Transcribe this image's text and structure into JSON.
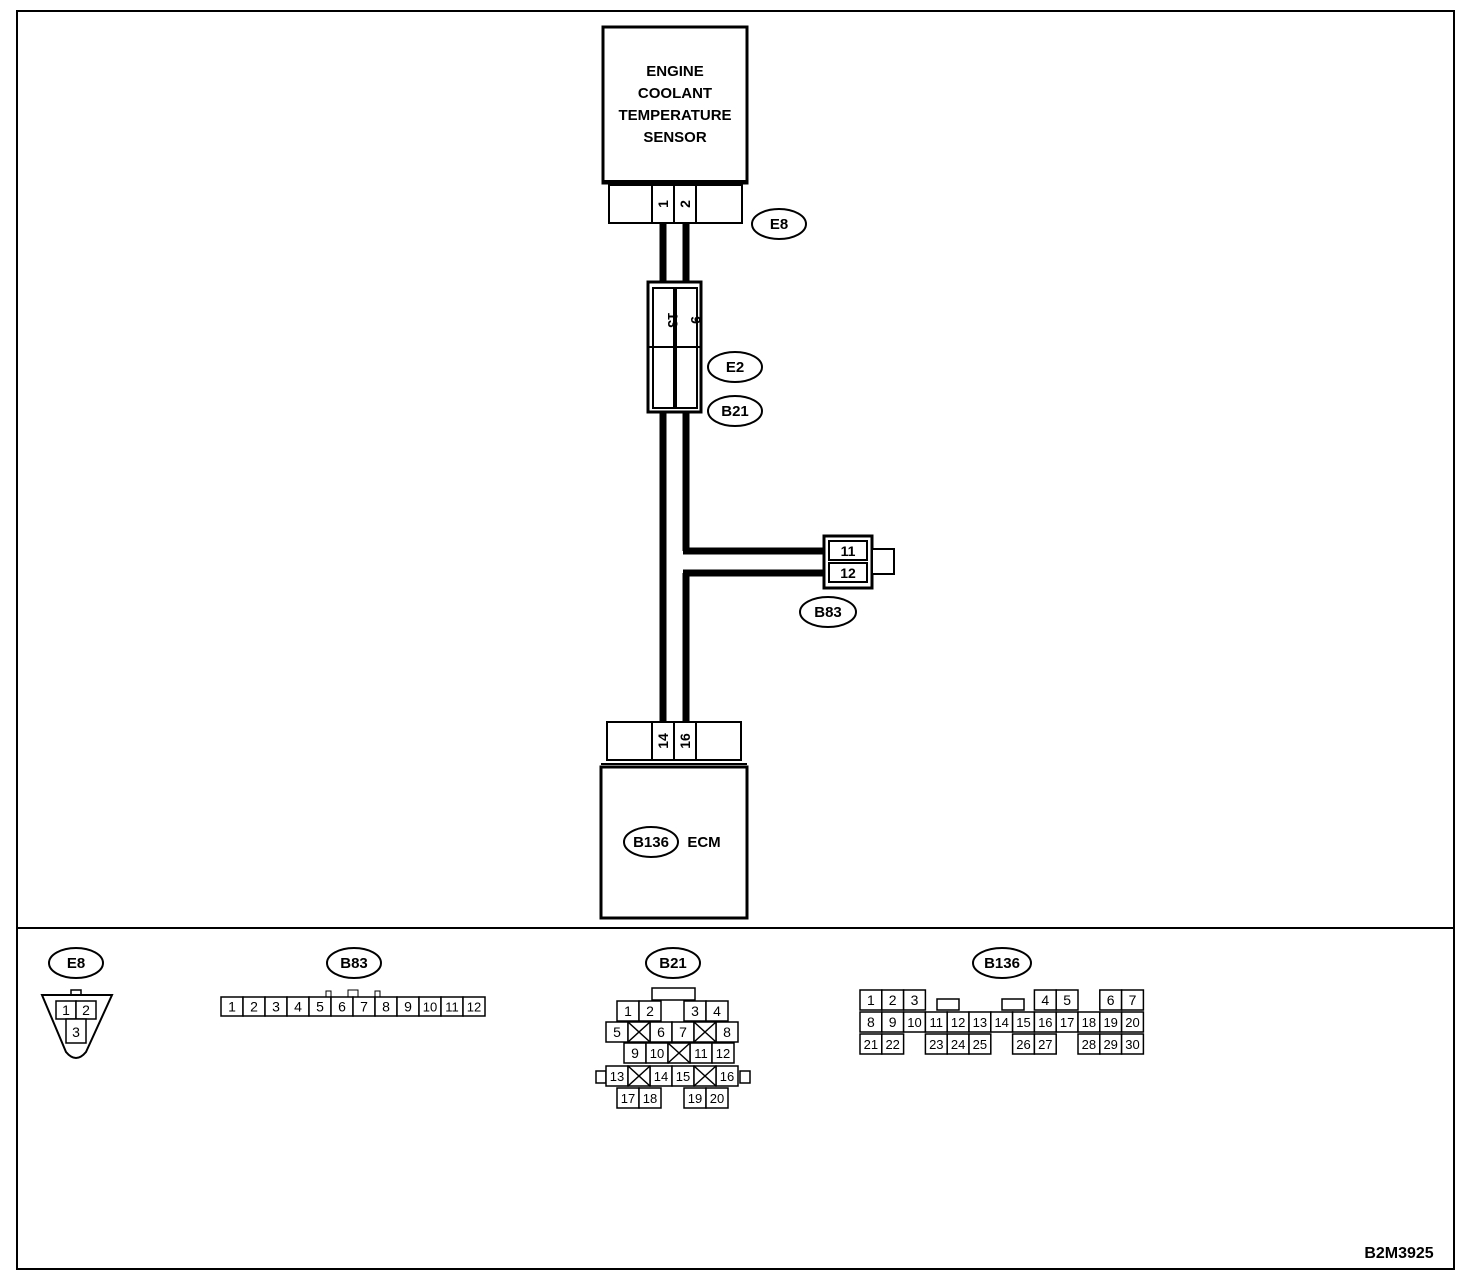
{
  "sensor": {
    "lines": [
      "ENGINE",
      "COOLANT",
      "TEMPERATURE",
      "SENSOR"
    ],
    "pins": [
      "1",
      "2"
    ]
  },
  "connectors": {
    "e8": "E8",
    "e2": "E2",
    "b21": "B21",
    "b83": "B83",
    "b136": "B136"
  },
  "joint_pins": [
    "13",
    "9"
  ],
  "b83_pins": [
    "11",
    "12"
  ],
  "ecm": {
    "label": "ECM",
    "pins": [
      "14",
      "16"
    ]
  },
  "faces": {
    "e8": {
      "title": "E8",
      "pins": [
        "1",
        "2",
        "3"
      ]
    },
    "b83": {
      "title": "B83",
      "pins": [
        "1",
        "2",
        "3",
        "4",
        "5",
        "6",
        "7",
        "8",
        "9",
        "10",
        "11",
        "12"
      ]
    },
    "b21": {
      "title": "B21",
      "pins": [
        "1",
        "2",
        "3",
        "4",
        "5",
        "6",
        "7",
        "8",
        "9",
        "10",
        "11",
        "12",
        "13",
        "14",
        "15",
        "16",
        "17",
        "18",
        "19",
        "20"
      ]
    },
    "b136": {
      "title": "B136",
      "pins": [
        "1",
        "2",
        "3",
        "4",
        "5",
        "6",
        "7",
        "8",
        "9",
        "10",
        "11",
        "12",
        "13",
        "14",
        "15",
        "16",
        "17",
        "18",
        "19",
        "20",
        "21",
        "22",
        "23",
        "24",
        "25",
        "26",
        "27",
        "28",
        "29",
        "30"
      ]
    }
  },
  "figure_code": "B2M3925"
}
